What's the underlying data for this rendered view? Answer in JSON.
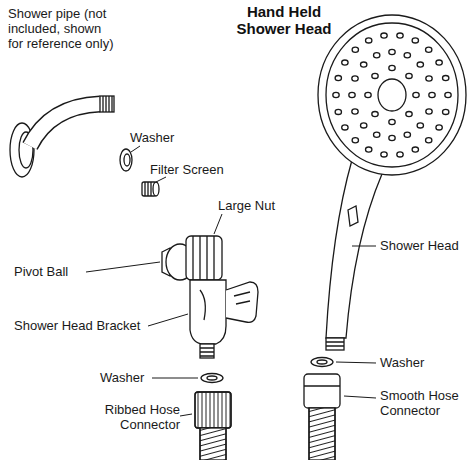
{
  "diagram": {
    "title": "Hand Held Shower Head",
    "labels": [
      "Shower pipe (not included, shown for reference only)",
      "Washer",
      "Filter Screen",
      "Large Nut",
      "Pivot Ball",
      "Shower Head Bracket",
      "Washer",
      "Ribbed Hose Connector",
      "Shower Head",
      "Washer",
      "Smooth Hose Connector"
    ]
  }
}
